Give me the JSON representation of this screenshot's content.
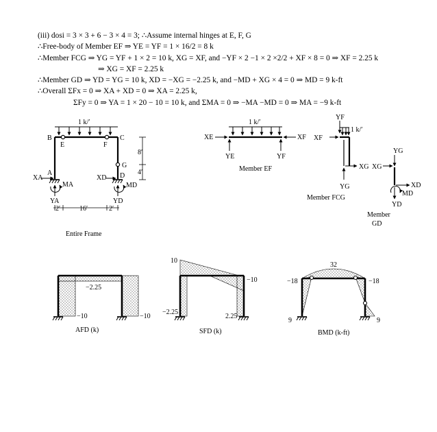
{
  "solution": {
    "lines": [
      "(iii) dosi = 3 × 3 + 6 − 3 × 4 = 3; ∴Assume internal hinges at E, F, G",
      "∴Free-body of Member EF ⇒ YE = YF = 1 × 16/2 = 8 k",
      "∴Member FCG ⇒ YG = YF + 1 × 2 = 10 k, XG = XF, and −YF × 2 −1 × 2 ×2/2 + XF × 8 = 0 ⇒ XF = 2.25 k",
      "⇒ XG = XF = 2.25 k",
      "∴Member GD ⇒ YD = YG = 10 k, XD = −XG = −2.25 k, and −MD + XG × 4 = 0 ⇒ MD = 9 k-ft",
      "∴Overall ΣFx = 0 ⇒ XA + XD = 0 ⇒ XA = 2.25 k,",
      "ΣFy = 0 ⇒ YA = 1 × 20 − 10 = 10 k, and ΣMA = 0 ⇒ −MA −MD = 0 ⇒ MA = −9 k-ft"
    ]
  },
  "entire_frame": {
    "load": "1 k/′",
    "nodes": [
      "A",
      "B",
      "C",
      "D",
      "E",
      "F",
      "G"
    ],
    "reactions_left": [
      "XA",
      "MA",
      "YA"
    ],
    "reactions_right": [
      "XD",
      "MD",
      "YD"
    ],
    "dim_horizontal": [
      "2′",
      "16′",
      "2′"
    ],
    "dim_vertical": [
      "8′",
      "4′"
    ],
    "caption": "Entire Frame"
  },
  "member_ef": {
    "load": "1 k/′",
    "forces": [
      "XE",
      "XF",
      "YE",
      "YF"
    ],
    "caption": "Member EF"
  },
  "member_fcg": {
    "load": "1 k/′",
    "forces": [
      "YF",
      "XF",
      "XG",
      "YG"
    ],
    "caption": "Member FCG"
  },
  "member_gd": {
    "forces": [
      "YG",
      "XG",
      "XD",
      "MD",
      "YD"
    ],
    "caption_line1": "Member",
    "caption_line2": "GD"
  },
  "afd": {
    "values": [
      "−2.25",
      "−10",
      "−10"
    ],
    "caption": "AFD (k)"
  },
  "sfd": {
    "values": [
      "10",
      "−10",
      "−2.25",
      "2.25"
    ],
    "caption": "SFD (k)"
  },
  "bmd": {
    "values": [
      "32",
      "−18",
      "−18",
      "9",
      "9"
    ],
    "caption": "BMD (k-ft)"
  }
}
